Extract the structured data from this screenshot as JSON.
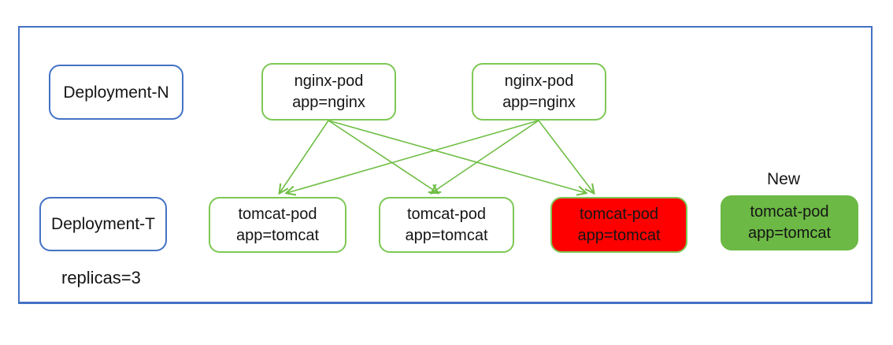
{
  "labels": {
    "deployment_n": "Deployment-N",
    "deployment_t": "Deployment-T",
    "replicas": "replicas=3",
    "new": "New"
  },
  "pods": {
    "nginx": [
      {
        "name": "nginx-pod",
        "selector": "app=nginx"
      },
      {
        "name": "nginx-pod",
        "selector": "app=nginx"
      }
    ],
    "tomcat": [
      {
        "name": "tomcat-pod",
        "selector": "app=tomcat",
        "variant": "outline"
      },
      {
        "name": "tomcat-pod",
        "selector": "app=tomcat",
        "variant": "outline"
      },
      {
        "name": "tomcat-pod",
        "selector": "app=tomcat",
        "variant": "red"
      },
      {
        "name": "tomcat-pod",
        "selector": "app=tomcat",
        "variant": "green"
      }
    ]
  },
  "colors": {
    "blue": "#4472C4",
    "green_line": "#6FBE44",
    "green_border": "#7EC855",
    "green_fill": "#6CB945",
    "red_fill": "#FF0000",
    "ink": "#151515"
  }
}
